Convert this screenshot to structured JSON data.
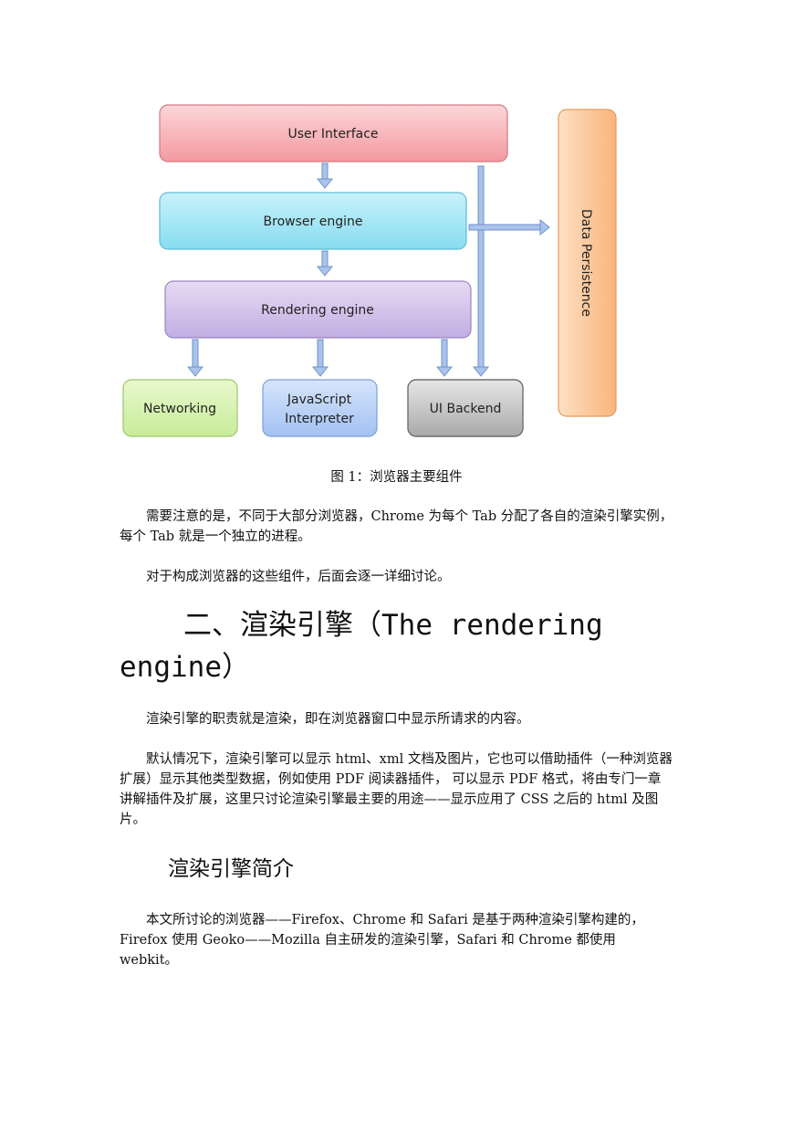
{
  "diagram": {
    "boxes": {
      "user_interface": "User  Interface",
      "browser_engine": "Browser engine",
      "rendering_engine": "Rendering engine",
      "networking": "Networking",
      "javascript_interpreter_line1": "JavaScript",
      "javascript_interpreter_line2": "Interpreter",
      "ui_backend": "UI Backend",
      "data_persistence": "Data Persistence"
    },
    "colors": {
      "user_interface": "#f6a3a8",
      "browser_engine": "#8fe0f2",
      "rendering_engine": "#c9b6e6",
      "networking": "#cdeea0",
      "javascript_interpreter": "#a9c6f4",
      "ui_backend": "#bdbdbd",
      "data_persistence": "#fbc293",
      "arrow": "#a9c3ea"
    }
  },
  "caption": "图 1：浏览器主要组件",
  "paragraphs": {
    "p1": "需要注意的是，不同于大部分浏览器，Chrome 为每个 Tab 分配了各自的渲染引擎实例，每个 Tab 就是一个独立的进程。",
    "p2": "对于构成浏览器的这些组件，后面会逐一详细讨论。",
    "p3": "渲染引擎的职责就是渲染，即在浏览器窗口中显示所请求的内容。",
    "p4": "默认情况下，渲染引擎可以显示 html、xml 文档及图片，它也可以借助插件（一种浏览器扩展）显示其他类型数据，例如使用 PDF 阅读器插件， 可以显示 PDF 格式，将由专门一章讲解插件及扩展，这里只讨论渲染引擎最主要的用途——显示应用了 CSS 之后的 html 及图片。",
    "p5": "本文所讨论的浏览器——Firefox、Chrome 和 Safari 是基于两种渲染引擎构建的，Firefox 使用 Geoko——Mozilla 自主研发的渲染引擎，Safari 和 Chrome 都使用 webkit。"
  },
  "headings": {
    "h2": "二、渲染引擎（The rendering engine）",
    "h3": "渲染引擎简介"
  }
}
